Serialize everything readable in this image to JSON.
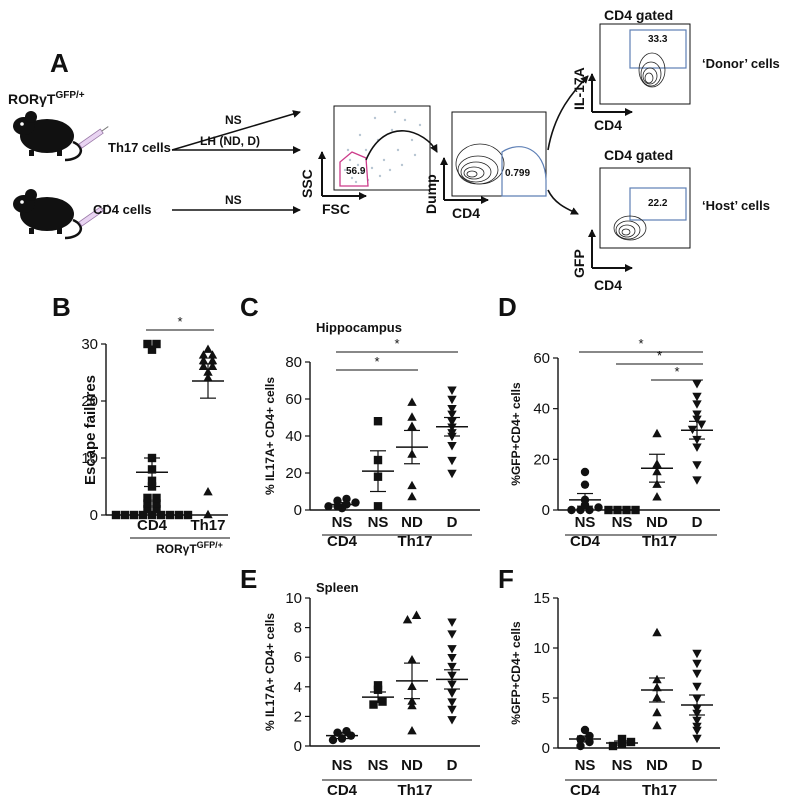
{
  "panels": {
    "A": {
      "letter": "A",
      "mouse_label": "RORγT",
      "mouse_label_sup": "GFP/+",
      "top_cells": "Th17 cells",
      "bottom_cells": "CD4 cells",
      "arrow_top": "NS",
      "arrow_mid": "LH (ND, D)",
      "arrow_bottom": "NS",
      "plot1": {
        "y": "SSC",
        "x": "FSC",
        "gate": "56.9"
      },
      "plot2": {
        "y": "Dump",
        "x": "CD4",
        "gate": "0.799"
      },
      "donor": {
        "title": "CD4 gated",
        "y": "IL-17A",
        "x": "CD4",
        "gate": "33.3",
        "label": "‘Donor’ cells"
      },
      "host": {
        "title": "CD4 gated",
        "y": "GFP",
        "x": "CD4",
        "gate": "22.2",
        "label": "‘Host’ cells"
      }
    },
    "B": {
      "letter": "B",
      "group_label": "RORγT",
      "group_sup": "GFP/+"
    },
    "C": {
      "letter": "C",
      "title": "Hippocampus"
    },
    "D": {
      "letter": "D"
    },
    "E": {
      "letter": "E",
      "title": "Spleen"
    },
    "F": {
      "letter": "F"
    }
  },
  "chart_data": [
    {
      "id": "B",
      "type": "scatter",
      "ylabel": "Escape failures",
      "ylim": [
        0,
        30
      ],
      "yticks": [
        0,
        10,
        20,
        30
      ],
      "categories": [
        "CD4",
        "Th17"
      ],
      "markers": [
        "square",
        "triangle-up"
      ],
      "points": [
        [
          0,
          0,
          0,
          0,
          0,
          0,
          0,
          0,
          0,
          1,
          1,
          2,
          2,
          3,
          3,
          5,
          6,
          8,
          10,
          29,
          30,
          30
        ],
        [
          0,
          4,
          24,
          25,
          26,
          26,
          27,
          27,
          28,
          28,
          29
        ]
      ],
      "means": [
        7.5,
        23.5
      ],
      "sems": [
        2.5,
        3
      ],
      "significance": [
        {
          "from": 0,
          "to": 1,
          "label": "*"
        }
      ]
    },
    {
      "id": "C",
      "type": "scatter",
      "ylabel": "% IL17A+ CD4+ cells",
      "ylim": [
        0,
        80
      ],
      "yticks": [
        0,
        20,
        40,
        60,
        80
      ],
      "categories": [
        "NS",
        "NS",
        "ND",
        "D"
      ],
      "markers": [
        "circle",
        "square",
        "triangle-up",
        "triangle-down"
      ],
      "points": [
        [
          1,
          2,
          2,
          3,
          4,
          5,
          6
        ],
        [
          2,
          18,
          27,
          48
        ],
        [
          7,
          13,
          30,
          45,
          50,
          58
        ],
        [
          20,
          27,
          35,
          40,
          42,
          45,
          48,
          52,
          55,
          60,
          65
        ]
      ],
      "means": [
        3,
        21,
        34,
        45
      ],
      "sems": [
        1,
        11,
        9,
        5
      ],
      "significance": [
        {
          "from": 0,
          "to": 2,
          "label": "*"
        },
        {
          "from": 0,
          "to": 3,
          "label": "*"
        }
      ],
      "groups": [
        {
          "label": "CD4",
          "from": 0,
          "to": 0
        },
        {
          "label": "Th17",
          "from": 1,
          "to": 3
        }
      ]
    },
    {
      "id": "D",
      "type": "scatter",
      "ylabel": "%GFP+CD4+ cells",
      "ylim": [
        0,
        60
      ],
      "yticks": [
        0,
        20,
        40,
        60
      ],
      "categories": [
        "NS",
        "NS",
        "ND",
        "D"
      ],
      "markers": [
        "circle",
        "square",
        "triangle-up",
        "triangle-down"
      ],
      "points": [
        [
          0,
          0,
          0,
          1,
          2,
          4,
          10,
          15
        ],
        [
          0,
          0,
          0,
          0
        ],
        [
          5,
          10,
          15,
          18,
          30
        ],
        [
          12,
          18,
          25,
          28,
          32,
          34,
          36,
          38,
          42,
          45,
          50
        ]
      ],
      "means": [
        4,
        0,
        16.5,
        31.5
      ],
      "sems": [
        2.5,
        0,
        5.5,
        3.5
      ],
      "significance": [
        {
          "from": 0,
          "to": 3,
          "label": "*"
        },
        {
          "from": 1,
          "to": 3,
          "label": "*"
        },
        {
          "from": 2,
          "to": 3,
          "label": "*"
        }
      ],
      "groups": [
        {
          "label": "CD4",
          "from": 0,
          "to": 0
        },
        {
          "label": "Th17",
          "from": 1,
          "to": 3
        }
      ]
    },
    {
      "id": "E",
      "type": "scatter",
      "ylabel": "% IL17A+ CD4+ cells",
      "ylim": [
        0,
        10
      ],
      "yticks": [
        0,
        2,
        4,
        6,
        8,
        10
      ],
      "categories": [
        "NS",
        "NS",
        "ND",
        "D"
      ],
      "markers": [
        "circle",
        "square",
        "triangle-up",
        "triangle-down"
      ],
      "points": [
        [
          0.4,
          0.5,
          0.7,
          0.9,
          1.0
        ],
        [
          2.8,
          3.0,
          3.8,
          4.1
        ],
        [
          1.0,
          2.7,
          3.0,
          4.0,
          5.8,
          8.5,
          8.8
        ],
        [
          1.8,
          2.5,
          3.0,
          3.6,
          4.2,
          4.8,
          5.4,
          6.0,
          6.6,
          7.6,
          8.4
        ]
      ],
      "means": [
        0.7,
        3.3,
        4.4,
        4.5
      ],
      "sems": [
        0.2,
        0.35,
        1.2,
        0.65
      ],
      "groups": [
        {
          "label": "CD4",
          "from": 0,
          "to": 0
        },
        {
          "label": "Th17",
          "from": 1,
          "to": 3
        }
      ]
    },
    {
      "id": "F",
      "type": "scatter",
      "ylabel": "%GFP+CD4+ cells",
      "ylim": [
        0,
        15
      ],
      "yticks": [
        0,
        5,
        10,
        15
      ],
      "categories": [
        "NS",
        "NS",
        "ND",
        "D"
      ],
      "markers": [
        "circle",
        "square",
        "triangle-up",
        "triangle-down"
      ],
      "points": [
        [
          0.2,
          0.6,
          0.9,
          1.2,
          1.8
        ],
        [
          0.2,
          0.4,
          0.6,
          0.9
        ],
        [
          2.2,
          3.5,
          5.0,
          6.0,
          6.8,
          11.5
        ],
        [
          1.0,
          1.8,
          2.2,
          2.8,
          3.5,
          4.0,
          5.0,
          6.2,
          7.5,
          8.5,
          9.5
        ]
      ],
      "means": [
        0.9,
        0.5,
        5.8,
        4.3
      ],
      "sems": [
        0.3,
        0.2,
        1.2,
        1.0
      ],
      "groups": [
        {
          "label": "CD4",
          "from": 0,
          "to": 0
        },
        {
          "label": "Th17",
          "from": 1,
          "to": 3
        }
      ]
    }
  ]
}
